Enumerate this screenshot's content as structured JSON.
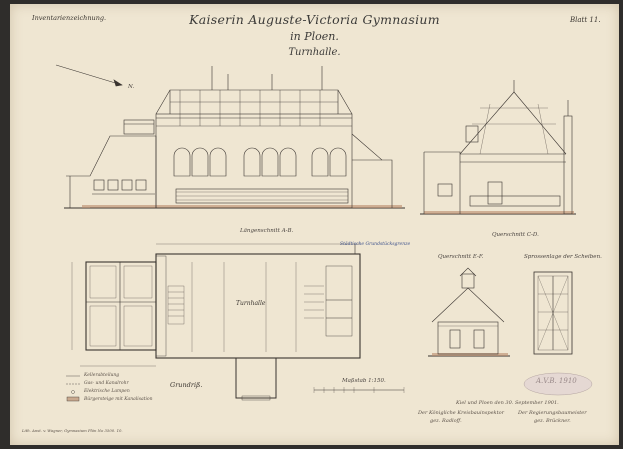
{
  "header": {
    "inventory_label": "Inventarienzeichnung.",
    "title_line1": "Kaiserin Auguste-Victoria Gymnasium",
    "title_line2": "in Ploen.",
    "title_line3": "Turnhalle.",
    "sheet_number": "Blatt 11."
  },
  "views": {
    "long_section": "Längenschnitt A-B.",
    "cross_section_cd": "Querschnitt C-D.",
    "cross_section_ef": "Querschnitt E-F.",
    "window_detail": "Sprossenlage der Scheiben.",
    "ground_plan": "Grundriß.",
    "scale": "Maßstab 1:150.",
    "compass_label": "N."
  },
  "plan_labels": {
    "main_hall": "Turnhalle",
    "corridor_note": "Städtische Grundstücksgrenze"
  },
  "legend": [
    "Kellerabteilung",
    "Gas- und Kanalrohr",
    "Elektrische Lampen",
    "Bürgersteige mit Kanalisation"
  ],
  "signature": {
    "place_date": "Kiel und Ploen den 30. September 1901.",
    "left_line1": "Der Königliche Kreisbauinspektor",
    "left_line2": "gez. Radloff.",
    "right_line1": "Der Regierungsbaumeister",
    "right_line2": "gez. Brückner."
  },
  "stamp": "A.V.B. 1910",
  "footer_imprint": "Lith. Anst. v. Wagner, Gymnasium Plön No 3500. 10."
}
